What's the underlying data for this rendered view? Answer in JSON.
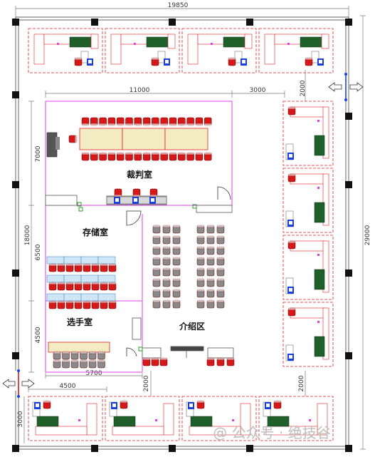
{
  "dimensions": {
    "top_total": "19850",
    "hall_width": "11000",
    "right_gap": "3000",
    "right_gap_v": "2000",
    "total_height": "29000",
    "left_height": "18000",
    "judge_height": "7000",
    "storage_height": "6500",
    "player_height": "4500",
    "player_width": "5700",
    "bottom_gap_left": "2000",
    "bottom_gap_right": "2000",
    "booth_width": "4500",
    "booth_depth": "3000"
  },
  "rooms": {
    "judging": "裁判室",
    "storage": "存储室",
    "players": "选手室",
    "intro": "介绍区"
  },
  "watermark": "@ 公众号 · 绝技谷",
  "colors": {
    "wall_magenta": "#e040e0",
    "booth_red": "#e02020",
    "chair_red": "#d81818",
    "chair_gray": "#8a8a8a",
    "table_tan": "#f3ecc2",
    "table_blue": "#cfe6f6",
    "board_green": "#1f5f2a",
    "column_black": "#111111",
    "dimension_line": "#777777"
  }
}
